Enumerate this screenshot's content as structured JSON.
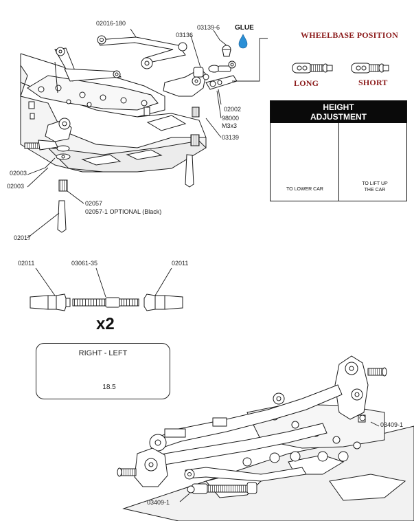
{
  "labels": {
    "p02016_180": "02016-180",
    "p03136": "03136",
    "p03139_6": "03139-6",
    "glue": "GLUE",
    "p02002": "02002",
    "p98000": "98000",
    "m3x3": "M3x3",
    "p03139": "03139",
    "p02003_a": "02003",
    "p02003_b": "02003",
    "p02057": "02057",
    "p02057_1": "02057-1 OPTIONAL (Black)",
    "p02017": "02017",
    "p02011_left": "02011",
    "p03061_35": "03061-35",
    "p02011_right": "02011",
    "p03409_1_right": "03409-1",
    "p03409_1_left": "03409-1"
  },
  "wheelbase": {
    "title": "WHEELBASE POSITION",
    "long": "LONG",
    "short": "SHORT"
  },
  "height_adjustment": {
    "title_line1": "HEIGHT",
    "title_line2": "ADJUSTMENT",
    "lower_caption": "TO LOWER CAR",
    "lift_caption_line1": "TO LIFT UP",
    "lift_caption_line2": "THE CAR"
  },
  "turnbuckle": {
    "multiplier": "x2"
  },
  "right_left": {
    "title": "RIGHT - LEFT",
    "dimension": "18.5"
  },
  "colors": {
    "line": "#1a1a1a",
    "label_red": "#8b1a1a",
    "glue_drop": "#2a8fd6",
    "panel_black": "#0a0a0a"
  }
}
